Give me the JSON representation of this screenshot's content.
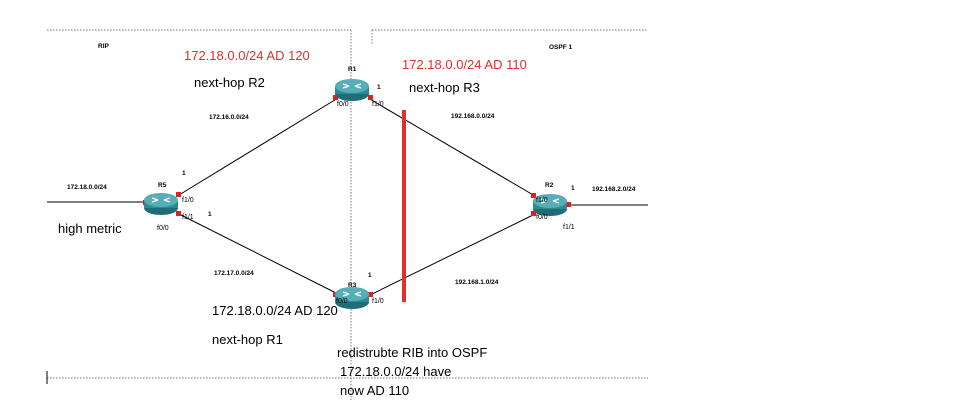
{
  "colors": {
    "route_highlight": "#e0302b",
    "router_body": "#2d8a93",
    "port_dot": "#e02020",
    "link": "#000000",
    "area_border": "#777777"
  },
  "areas": {
    "rip": "RIP",
    "ospf": "OSPF 1"
  },
  "routers": {
    "r1": "R1",
    "r2": "R2",
    "r3": "R3",
    "r5": "R5"
  },
  "networks": {
    "r5_r1": "172.16.0.0/24",
    "r5_r3": "172.17.0.0/24",
    "r1_r2": "192.168.0.0/24",
    "r3_r2": "192.168.1.0/24",
    "r5_external": "172.18.0.0/24",
    "r2_external": "192.168.2.0/24"
  },
  "interfaces": {
    "r1_f00": "f0/0",
    "r1_f10": "f1/0",
    "r1_num": "1",
    "r2_f10": "f1/0",
    "r2_f00": "f0/0",
    "r2_f11": "f1/1",
    "r2_num": "1",
    "r3_f00": "f0/0",
    "r3_f10": "f1/0",
    "r3_num": "1",
    "r5_f10": "f1/0",
    "r5_f11": "f1/1",
    "r5_f00": "f0/0",
    "r5_num_top": "1",
    "r5_num_bottom": "1"
  },
  "annotations": {
    "rip_route": "172.18.0.0/24 AD 120",
    "rip_nexthop": "next-hop R2",
    "ospf_route": "172.18.0.0/24 AD 110",
    "ospf_nexthop": "next-hop R3",
    "r3_route": "172.18.0.0/24 AD 120",
    "r3_nexthop": "next-hop R1",
    "high_metric": "high metric",
    "redistribute_1": "redistrubte RIB into OSPF",
    "redistribute_2": "172.18.0.0/24 have",
    "redistribute_3": "now AD 110"
  }
}
